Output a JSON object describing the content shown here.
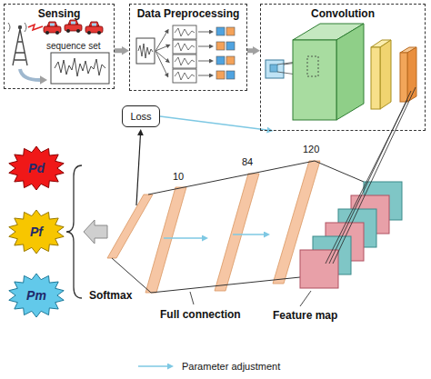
{
  "diagram": {
    "nodes": [
      {
        "text": [
          "Sensing",
          "sequence set"
        ]
      },
      {
        "text": [
          "Data Preprocessing"
        ]
      },
      {
        "text": [
          "Convolution"
        ]
      },
      {
        "text": [
          "Loss"
        ]
      },
      {
        "text": [
          "Pd"
        ]
      },
      {
        "text": [
          "Pf"
        ]
      },
      {
        "text": [
          "Pm"
        ]
      }
    ],
    "edges": [
      {
        "from": 0,
        "to": 1,
        "arrow": "to"
      },
      {
        "from": 1,
        "to": 2,
        "arrow": "to"
      },
      {
        "from": 3,
        "to": 2,
        "arrow": "to"
      }
    ],
    "labels": [
      "10",
      "84",
      "120",
      "Softmax",
      "Full connection",
      "Feature map"
    ],
    "legend": [
      {
        "text": "Parameter adjustment"
      }
    ]
  }
}
